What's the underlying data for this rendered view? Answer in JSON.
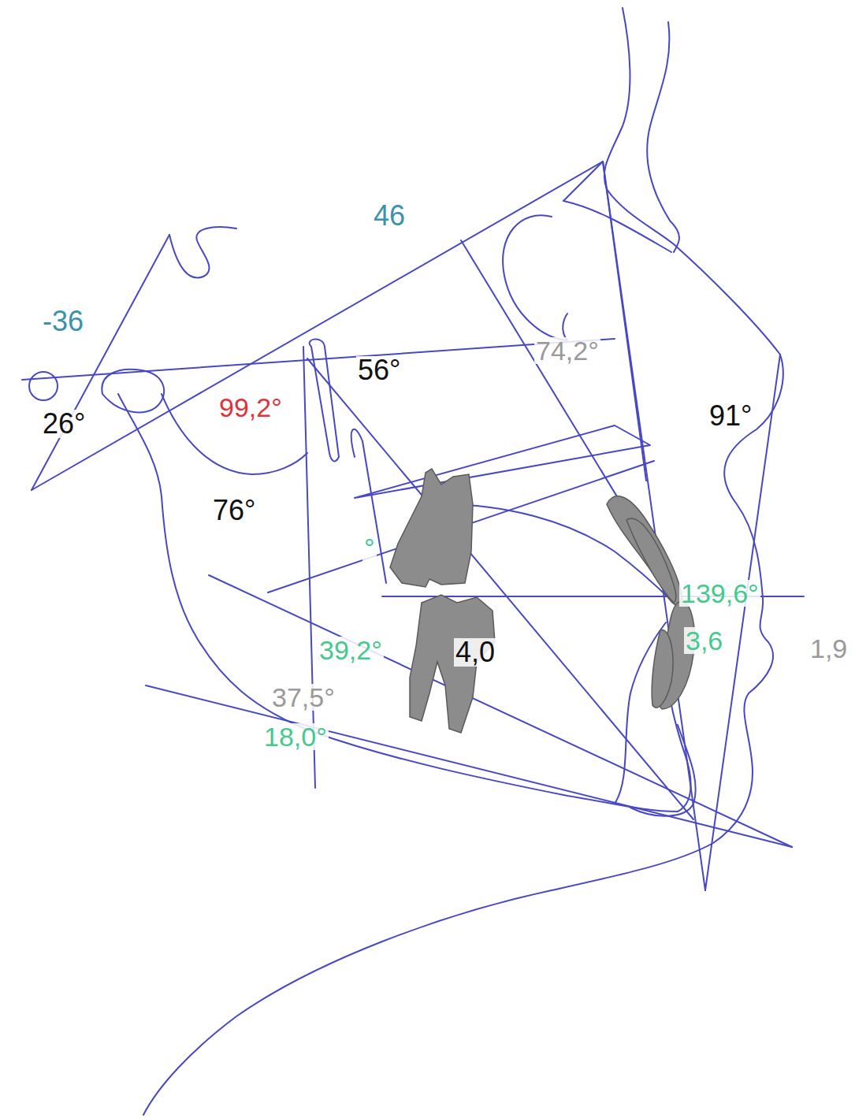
{
  "diagram": {
    "labels": [
      "46",
      "-36",
      "26°",
      "56°",
      "99,2°",
      "74,2°",
      "91°",
      "76°",
      "°",
      "139,6°",
      "3,6",
      "1,9",
      "39,2°",
      "4,0",
      "37,5°",
      "18,0°"
    ]
  }
}
